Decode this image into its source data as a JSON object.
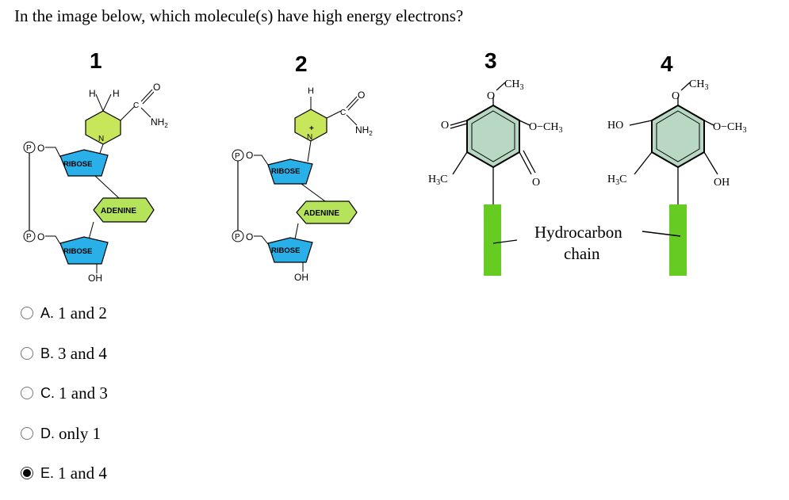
{
  "question": "In the image below, which molecule(s) have high energy electrons?",
  "figure": {
    "molecule_numbers": [
      "1",
      "2",
      "3",
      "4"
    ],
    "mol1": {
      "h_left": "H",
      "h_right": "H",
      "o": "O",
      "nh2": "NH",
      "n": "N",
      "p_top": "P",
      "p_bottom": "P",
      "o_top": "O",
      "o_bottom": "O",
      "ribose_top": "RIBOSE",
      "ribose_bottom": "RIBOSE",
      "adenine": "ADENINE",
      "oh": "OH"
    },
    "mol2": {
      "h": "H",
      "plus": "+",
      "o": "O",
      "nh2": "NH",
      "n": "N",
      "p_top": "P",
      "p_bottom": "P",
      "o_top": "O",
      "o_bottom": "O",
      "ribose_top": "RIBOSE",
      "ribose_bottom": "RIBOSE",
      "adenine": "ADENINE",
      "oh": "OH"
    },
    "mol3": {
      "o_top": "O",
      "ch3_top": "CH",
      "o_left": "O",
      "o_right": "O",
      "ch3_right": "CH",
      "h3c": "H",
      "o_bottom": "O"
    },
    "mol4": {
      "o_top": "O",
      "ch3_top": "CH",
      "ho": "HO",
      "o_right": "O",
      "ch3_right": "CH",
      "h3c": "H",
      "oh": "OH"
    },
    "sub2": "2",
    "sub3": "3",
    "label_c": "C",
    "hydrocarbon_line1": "Hydrocarbon",
    "hydrocarbon_line2": "chain"
  },
  "options": [
    {
      "letter": "A.",
      "text": "1 and 2",
      "selected": false
    },
    {
      "letter": "B.",
      "text": "3 and 4",
      "selected": false
    },
    {
      "letter": "C.",
      "text": "1 and 3",
      "selected": false
    },
    {
      "letter": "D.",
      "text": "only 1",
      "selected": false
    },
    {
      "letter": "E.",
      "text": "1 and 4",
      "selected": true
    }
  ],
  "colors": {
    "nicotinamide_ring": "#c8e65a",
    "adenine": "#b5e35a",
    "ribose": "#2ab0e8",
    "quinone_ring": "#b9d8c3",
    "hydrocarbon": "#66cc22"
  }
}
